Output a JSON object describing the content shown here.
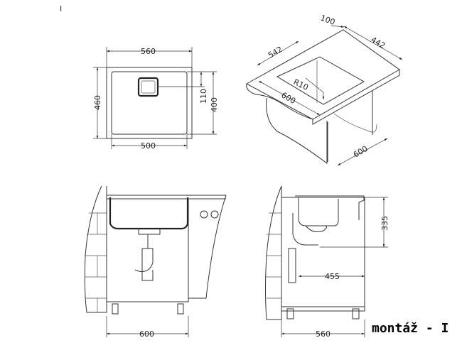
{
  "top_view": {
    "width": "560",
    "inner_width": "500",
    "height": "460",
    "drain_offset": "110",
    "inner_height": "400"
  },
  "iso_view": {
    "rear_strip": "100",
    "cutout_depth": "442",
    "cutout_width": "542",
    "radius": "R10",
    "counter_width": "600",
    "cabinet_depth": "600"
  },
  "front_view": {
    "cabinet_width": "600"
  },
  "side_view": {
    "bowl_depth": "335",
    "drain_distance": "455",
    "cabinet_depth": "560"
  },
  "caption": "montáž - I",
  "corner_mark": "I"
}
